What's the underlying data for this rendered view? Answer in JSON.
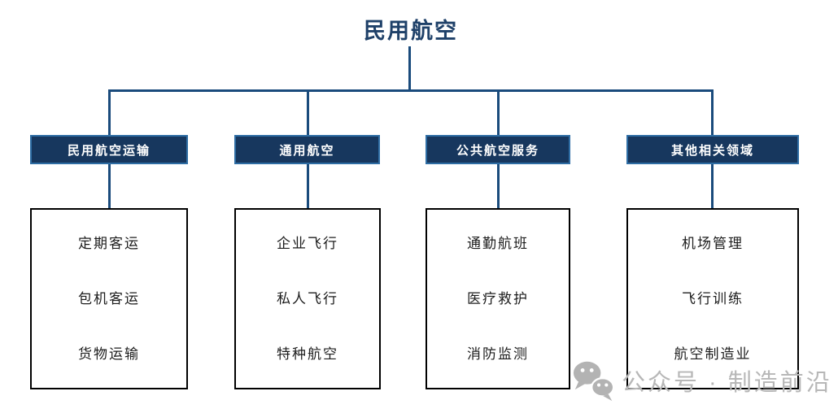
{
  "title": "民用航空",
  "branches": [
    {
      "label": "民用航空运输",
      "items": [
        "定期客运",
        "包机客运",
        "货物运输"
      ]
    },
    {
      "label": "通用航空",
      "items": [
        "企业飞行",
        "私人飞行",
        "特种航空"
      ]
    },
    {
      "label": "公共航空服务",
      "items": [
        "通勤航班",
        "医疗救护",
        "消防监测"
      ]
    },
    {
      "label": "其他相关领域",
      "items": [
        "机场管理",
        "飞行训练",
        "航空制造业"
      ]
    }
  ],
  "watermark": {
    "label": "公众号 · 制造前沿",
    "icon": "wechat-icon"
  },
  "colors": {
    "title_text": "#1f4169",
    "header_fill": "#17375e",
    "header_border": "#2e6da4",
    "header_text": "#ffffff",
    "connector": "#1a4b7c",
    "content_border": "#000000",
    "content_text": "#1c1c1c",
    "watermark_gray": "#b7b7b7",
    "background": "#ffffff"
  }
}
